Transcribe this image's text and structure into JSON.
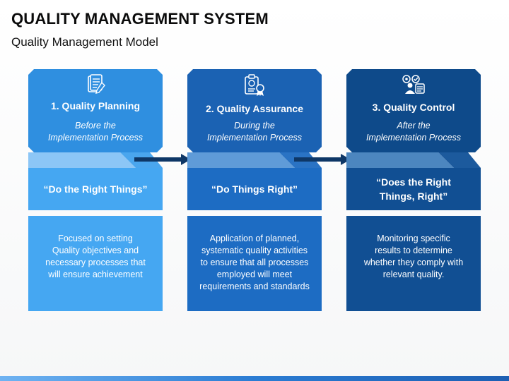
{
  "title": "QUALITY MANAGEMENT SYSTEM",
  "subtitle": "Quality Management Model",
  "columns": [
    {
      "heading": "1. Quality Planning",
      "when_line1": "Before the",
      "when_line2": "Implementation Process",
      "quote_line1": "“Do the Right Things”",
      "quote_line2": "",
      "desc_lines": [
        "Focused on setting",
        "Quality objectives and",
        "necessary processes that",
        "will ensure achievement"
      ],
      "icon": "document-pen-icon",
      "top_color": "#2f8fe0",
      "band_light": "#8cc6f6",
      "band_dark": "#4aa6ee",
      "quote_color": "#45a7f2",
      "desc_color": "#45a7f2"
    },
    {
      "heading": "2. Quality Assurance",
      "when_line1": "During the",
      "when_line2": "Implementation Process",
      "quote_line1": "“Do Things Right”",
      "quote_line2": "",
      "desc_lines": [
        "Application of planned,",
        "systematic quality activities",
        "to ensure that all processes",
        "employed will meet",
        "requirements and standards"
      ],
      "icon": "certificate-badge-icon",
      "top_color": "#1b62b3",
      "band_light": "#5f9bd8",
      "band_dark": "#2a73c4",
      "quote_color": "#1d6cc3",
      "desc_color": "#1d6cc3"
    },
    {
      "heading": "3. Quality Control",
      "when_line1": "After the",
      "when_line2": "Implementation Process",
      "quote_line1": "“Does the Right",
      "quote_line2": "Things, Right”",
      "desc_lines": [
        "Monitoring specific",
        "results to determine",
        "whether they comply with",
        "relevant quality."
      ],
      "icon": "inspector-gear-icon",
      "top_color": "#0e4a8a",
      "band_light": "#4c86bf",
      "band_dark": "#1c5a9d",
      "quote_color": "#114f93",
      "desc_color": "#114f93"
    }
  ],
  "arrow_color": "#0e3766"
}
